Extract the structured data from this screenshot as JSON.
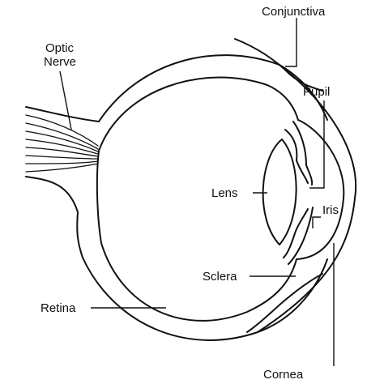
{
  "labels": {
    "optic_nerve_line1": "Optic",
    "optic_nerve_line2": "Nerve",
    "conjunctiva": "Conjunctiva",
    "pupil": "Pupil",
    "lens": "Lens",
    "iris": "Iris",
    "sclera": "Sclera",
    "retina": "Retina",
    "cornea": "Cornea"
  },
  "colors": {
    "ink": "#111111",
    "background": "#ffffff"
  }
}
